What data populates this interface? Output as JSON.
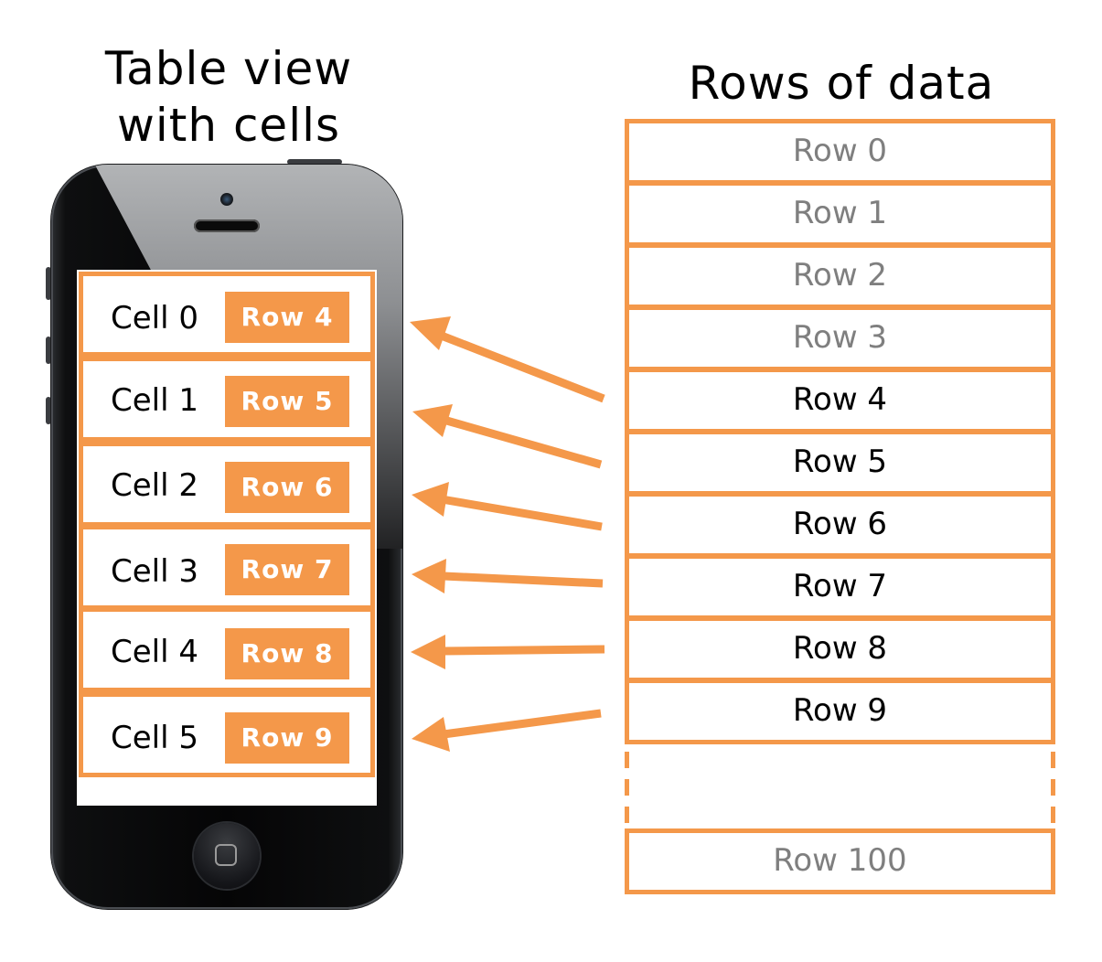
{
  "title_left": [
    "Table view",
    "with cells"
  ],
  "title_right": "Rows of data",
  "cells": [
    {
      "label": "Cell 0",
      "badge": "Row 4"
    },
    {
      "label": "Cell 1",
      "badge": "Row 5"
    },
    {
      "label": "Cell 2",
      "badge": "Row 6"
    },
    {
      "label": "Cell 3",
      "badge": "Row 7"
    },
    {
      "label": "Cell 4",
      "badge": "Row 8"
    },
    {
      "label": "Cell 5",
      "badge": "Row 9"
    }
  ],
  "rows": [
    {
      "label": "Row 0",
      "state": "muted"
    },
    {
      "label": "Row 1",
      "state": "muted"
    },
    {
      "label": "Row 2",
      "state": "muted"
    },
    {
      "label": "Row 3",
      "state": "muted"
    },
    {
      "label": "Row 4",
      "state": "active"
    },
    {
      "label": "Row 5",
      "state": "active"
    },
    {
      "label": "Row 6",
      "state": "active"
    },
    {
      "label": "Row 7",
      "state": "active"
    },
    {
      "label": "Row 8",
      "state": "active"
    },
    {
      "label": "Row 9",
      "state": "active"
    }
  ],
  "last_row": {
    "label": "Row 100",
    "state": "muted"
  },
  "colors": {
    "accent": "#f4984a",
    "muted_text": "#7f7f7f",
    "active_text": "#000000"
  }
}
